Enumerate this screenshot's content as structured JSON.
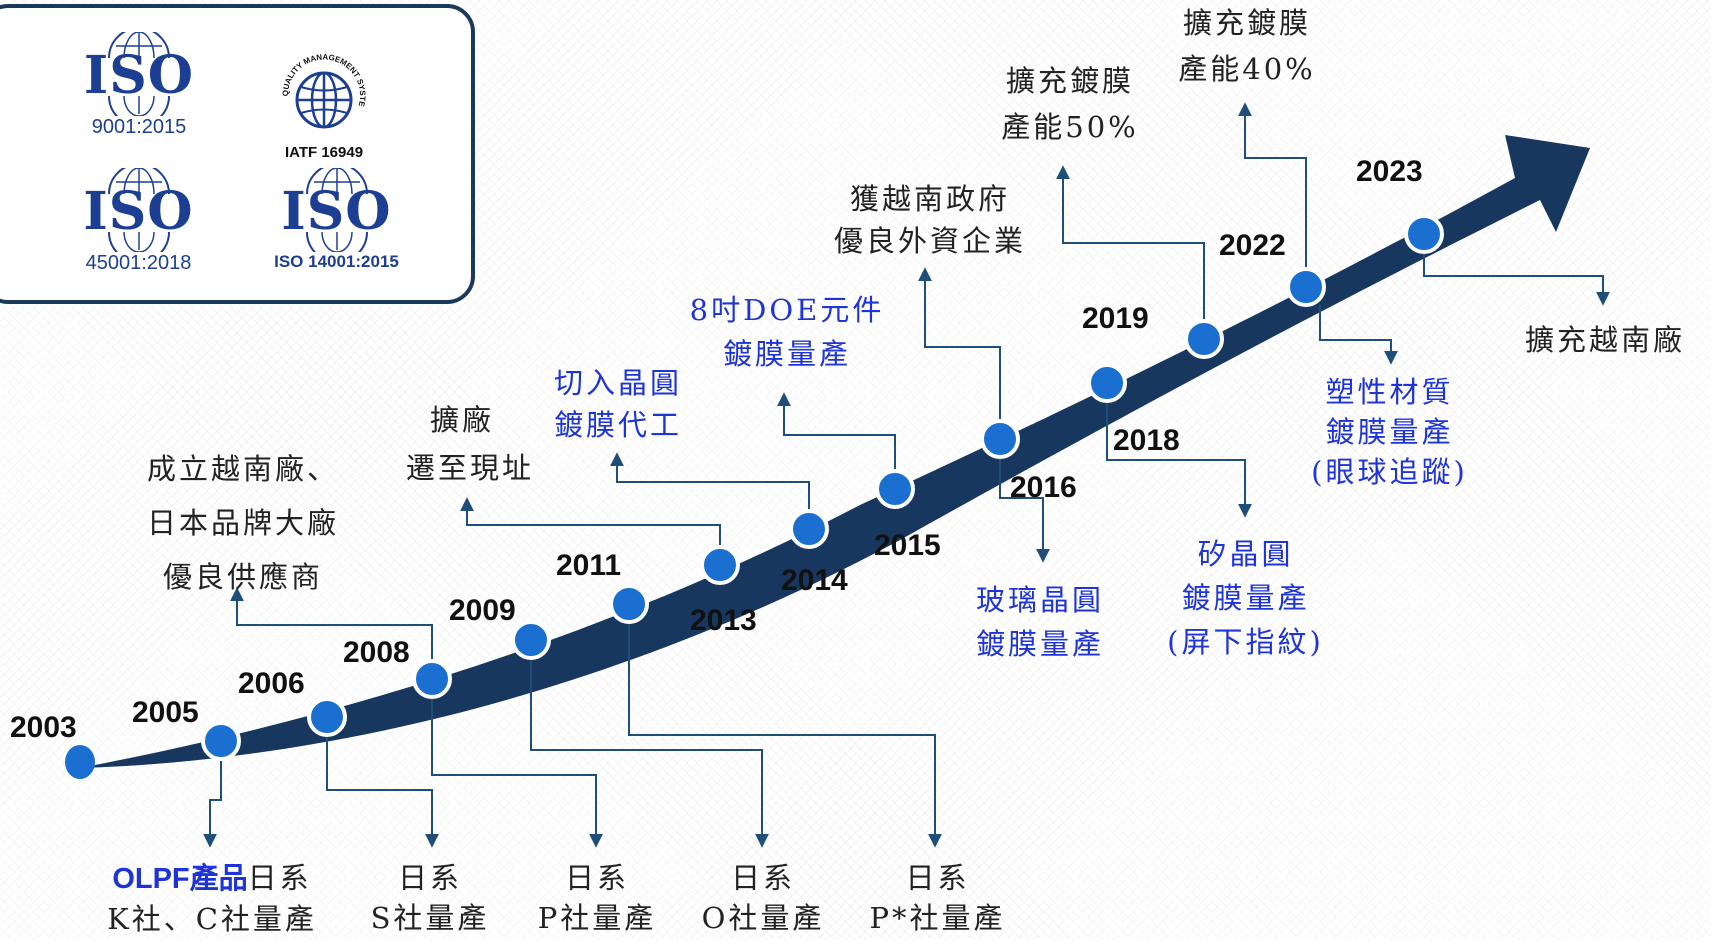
{
  "certifications": [
    {
      "id": "iso9001",
      "word": "ISO",
      "number": "9001:2015"
    },
    {
      "id": "iatf",
      "ring_text": "QUALITY MANAGEMENT SYSTEM",
      "number": "IATF 16949"
    },
    {
      "id": "iso45001",
      "word": "ISO",
      "number": "45001:2018"
    },
    {
      "id": "iso14001",
      "word": "ISO",
      "number": "ISO 14001:2015"
    }
  ],
  "years": [
    "2003",
    "2005",
    "2006",
    "2008",
    "2009",
    "2011",
    "2013",
    "2014",
    "2015",
    "2016",
    "2018",
    "2019",
    "2022",
    "2023"
  ],
  "milestones": {
    "y2003": {
      "lines": [
        "成立越南廠、",
        "日本品牌大廠",
        "優良供應商"
      ]
    },
    "y2005": {
      "lines": [
        "日系",
        "K社、C社量產"
      ],
      "highlight": "OLPF產品"
    },
    "y2006": {
      "lines": [
        "日系",
        "S社量產"
      ]
    },
    "y2008_up": {
      "lines": [
        "擴廠",
        "遷至現址"
      ]
    },
    "y2008_down": {
      "lines": [
        "日系",
        "P社量產"
      ]
    },
    "y2009": {
      "lines": [
        "日系",
        "O社量產"
      ]
    },
    "y2011": {
      "lines": [
        "日系",
        "P*社量產"
      ]
    },
    "y2013": {
      "lines": [
        "切入晶圓",
        "鍍膜代工"
      ]
    },
    "y2014": {
      "lines": [
        "8吋DOE元件",
        "鍍膜量產"
      ]
    },
    "y2015": {
      "lines": [
        "獲越南政府",
        "優良外資企業"
      ]
    },
    "y2016": {
      "lines": [
        "玻璃晶圓",
        "鍍膜量產"
      ]
    },
    "y2018": {
      "lines": [
        "矽晶圓",
        "鍍膜量產",
        "(屏下指紋)"
      ]
    },
    "y2019": {
      "lines": [
        "擴充鍍膜",
        "產能50%"
      ]
    },
    "y2022_up": {
      "lines": [
        "擴充鍍膜",
        "產能40%"
      ]
    },
    "y2022_down": {
      "lines": [
        "塑性材質",
        "鍍膜量產",
        "(眼球追蹤)"
      ]
    },
    "y2023": {
      "lines": [
        "擴充越南廠"
      ]
    }
  },
  "colors": {
    "arrow": "#17375e",
    "node": "#1b6fd0",
    "connector": "#1f4e79",
    "highlight": "#1f34d6",
    "frame": "#1a3a5c"
  }
}
